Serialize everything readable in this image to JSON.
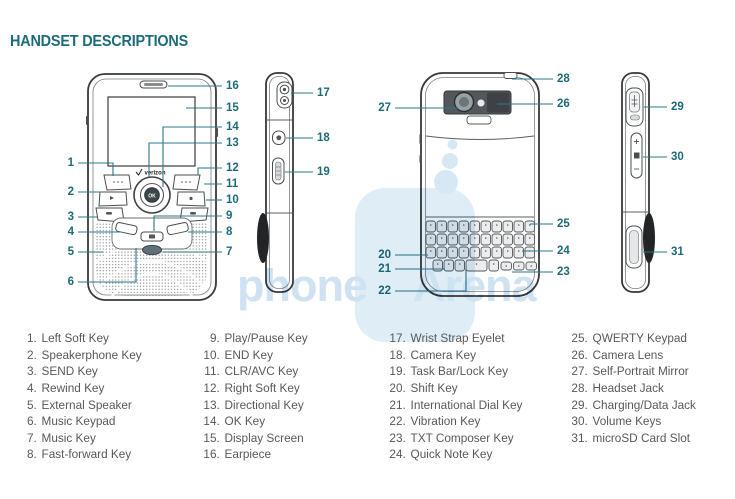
{
  "title": "HANDSET DESCRIPTIONS",
  "watermark": {
    "word1": "phone",
    "word2": "Arena"
  },
  "front_phone": {
    "brand_logo": "verizon",
    "ok_button_label": "OK"
  },
  "colors": {
    "accent_teal": "#1d6b7a",
    "callout_line_teal": "#2a7886",
    "list_text_gray": "#58585a",
    "watermark_blue": "#c9dff0",
    "line_art_gray": "#38393b"
  },
  "legend": {
    "columns": [
      {
        "items": [
          {
            "num": 1,
            "label": "Left Soft Key"
          },
          {
            "num": 2,
            "label": "Speakerphone Key"
          },
          {
            "num": 3,
            "label": "SEND Key"
          },
          {
            "num": 4,
            "label": "Rewind Key"
          },
          {
            "num": 5,
            "label": "External Speaker"
          },
          {
            "num": 6,
            "label": "Music Keypad"
          },
          {
            "num": 7,
            "label": "Music Key"
          },
          {
            "num": 8,
            "label": "Fast-forward Key"
          }
        ]
      },
      {
        "items": [
          {
            "num": 9,
            "label": "Play/Pause Key"
          },
          {
            "num": 10,
            "label": "END Key"
          },
          {
            "num": 11,
            "label": "CLR/AVC Key"
          },
          {
            "num": 12,
            "label": "Right Soft Key"
          },
          {
            "num": 13,
            "label": "Directional Key"
          },
          {
            "num": 14,
            "label": "OK Key"
          },
          {
            "num": 15,
            "label": "Display Screen"
          },
          {
            "num": 16,
            "label": "Earpiece"
          }
        ]
      },
      {
        "items": [
          {
            "num": 17,
            "label": "Wrist Strap Eyelet"
          },
          {
            "num": 18,
            "label": "Camera Key"
          },
          {
            "num": 19,
            "label": "Task Bar/Lock Key"
          },
          {
            "num": 20,
            "label": "Shift Key"
          },
          {
            "num": 21,
            "label": "International Dial Key"
          },
          {
            "num": 22,
            "label": "Vibration Key"
          },
          {
            "num": 23,
            "label": "TXT Composer Key"
          },
          {
            "num": 24,
            "label": "Quick Note Key"
          }
        ]
      },
      {
        "items": [
          {
            "num": 25,
            "label": "QWERTY Keypad"
          },
          {
            "num": 26,
            "label": "Camera Lens"
          },
          {
            "num": 27,
            "label": "Self-Portrait Mirror"
          },
          {
            "num": 28,
            "label": "Headset Jack"
          },
          {
            "num": 29,
            "label": "Charging/Data Jack"
          },
          {
            "num": 30,
            "label": "Volume Keys"
          },
          {
            "num": 31,
            "label": "microSD Card Slot"
          }
        ]
      }
    ]
  }
}
